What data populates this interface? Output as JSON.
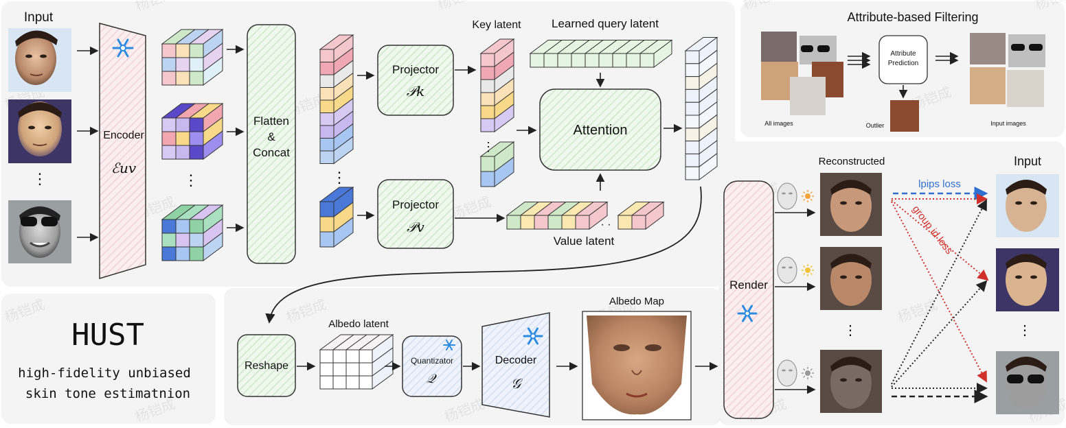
{
  "watermark": "杨铠成",
  "brand": {
    "name": "HUST",
    "tagline_line1": "high-fidelity unbiased",
    "tagline_line2": "skin tone estimatnion"
  },
  "pipeline": {
    "input_label": "Input",
    "encoder_label": "Encoder",
    "encoder_symbol": "ℰuv",
    "flatten_line1": "Flatten",
    "flatten_line2": "&",
    "flatten_line3": "Concat",
    "key_latent_label": "Key latent",
    "learned_query_label": "Learned query latent",
    "projector_k_label": "Projector",
    "projector_k_symbol": "𝒫k",
    "projector_v_label": "Projector",
    "projector_v_symbol": "𝒫v",
    "attention_label": "Attention",
    "value_latent_label": "Value latent",
    "value_ellipsis": "· ·",
    "vertical_ellipsis": "⋮",
    "reshape_label": "Reshape",
    "albedo_latent_label": "Albedo latent",
    "quantizator_label": "Quantizator",
    "quantizator_symbol": "𝒬",
    "decoder_label": "Decoder",
    "decoder_symbol": "𝒢",
    "albedo_map_label": "Albedo Map",
    "render_label": "Render",
    "reconstructed_label": "Reconstructed",
    "input_right_label": "Input",
    "lpips_loss_label": "lpips loss",
    "group_id_loss_label": "group id loss"
  },
  "filtering": {
    "title": "Attribute-based Filtering",
    "prediction_line1": "Attribute",
    "prediction_line2": "Prediction",
    "all_images_label": "All images",
    "outlier_label": "Outlier",
    "input_images_label": "Input images"
  },
  "colors": {
    "lpips": "#2f6fd0",
    "group_id": "#d0302a",
    "green_box": "#e9f6e6",
    "pink_box": "#f6dde0",
    "blue_box": "#dfe8f6",
    "snowflake": "#2a8be0"
  },
  "icons": [
    "snowflake-icon",
    "sun-icon",
    "face-mesh-icon",
    "face-photo"
  ]
}
